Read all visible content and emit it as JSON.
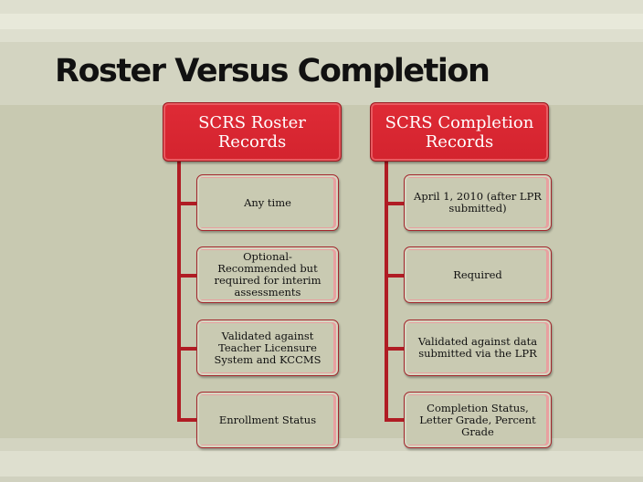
{
  "title": "Roster Versus Completion",
  "columns": [
    {
      "header": "SCRS Roster Records",
      "items": [
        "Any time",
        "Optional- Recommended but required for interim assessments",
        "Validated against Teacher Licensure System and KCCMS",
        "Enrollment Status"
      ]
    },
    {
      "header": "SCRS Completion Records",
      "items": [
        "April 1, 2010 (after LPR submitted)",
        "Required",
        "Validated against data submitted via the LPR",
        "Completion Status, Letter Grade, Percent Grade"
      ]
    }
  ],
  "colors": {
    "accent": "#d8252f",
    "background": "#c8c9b1"
  }
}
